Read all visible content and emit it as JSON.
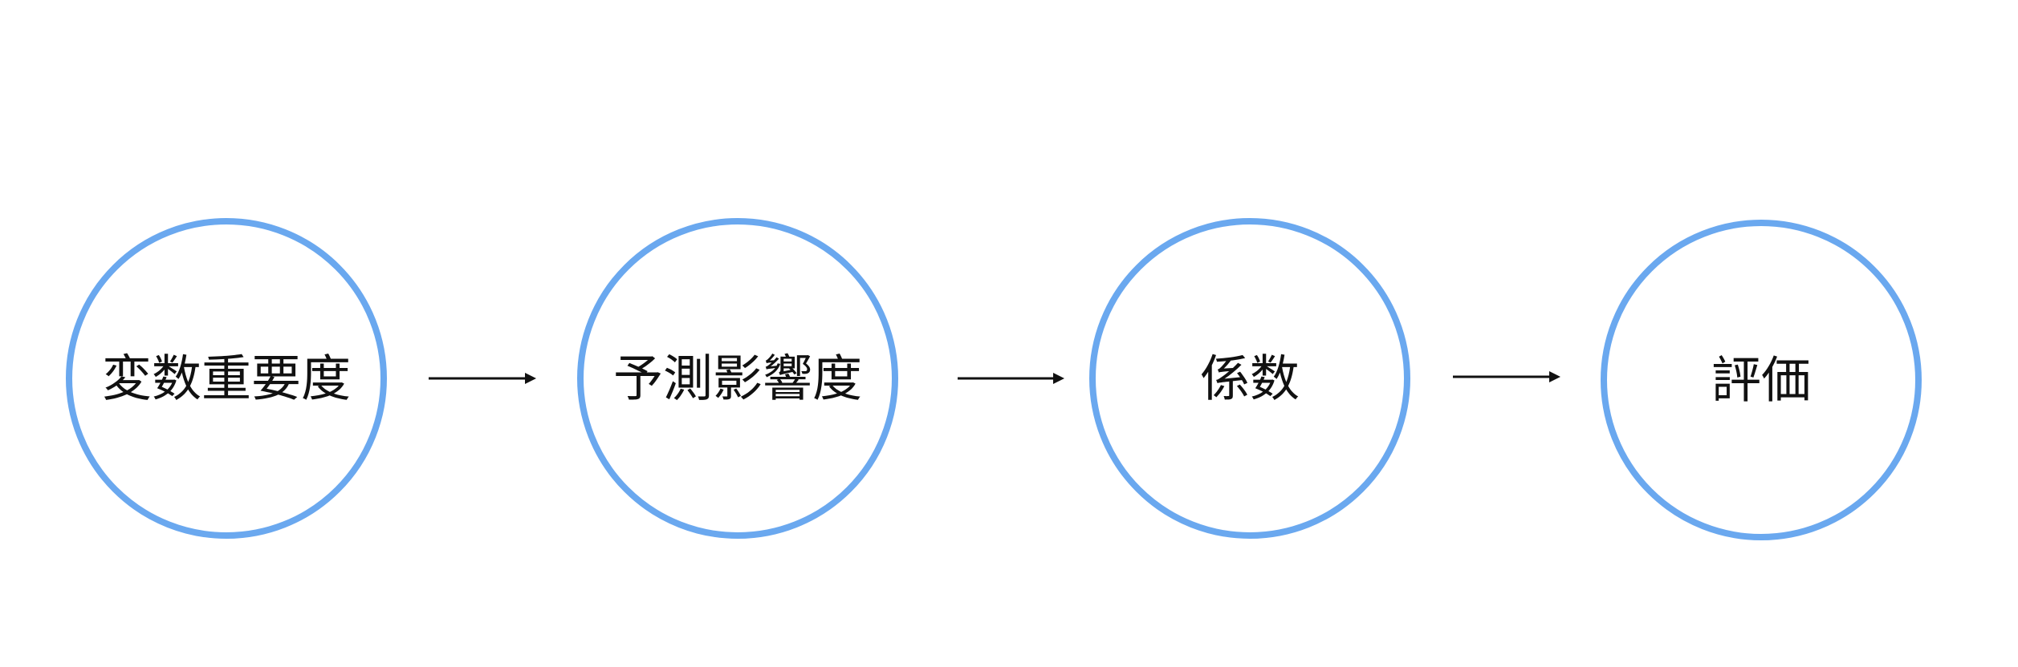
{
  "diagram": {
    "colors": {
      "node_stroke": "#6aa8ef",
      "text": "#111111",
      "arrow": "#111111",
      "background": "#ffffff"
    },
    "nodes": [
      {
        "id": "n1",
        "label": "変数重要度"
      },
      {
        "id": "n2",
        "label": "予測影響度"
      },
      {
        "id": "n3",
        "label": "係数"
      },
      {
        "id": "n4",
        "label": "評価"
      }
    ],
    "edges": [
      {
        "from": "n1",
        "to": "n2"
      },
      {
        "from": "n2",
        "to": "n3"
      },
      {
        "from": "n3",
        "to": "n4"
      }
    ]
  }
}
